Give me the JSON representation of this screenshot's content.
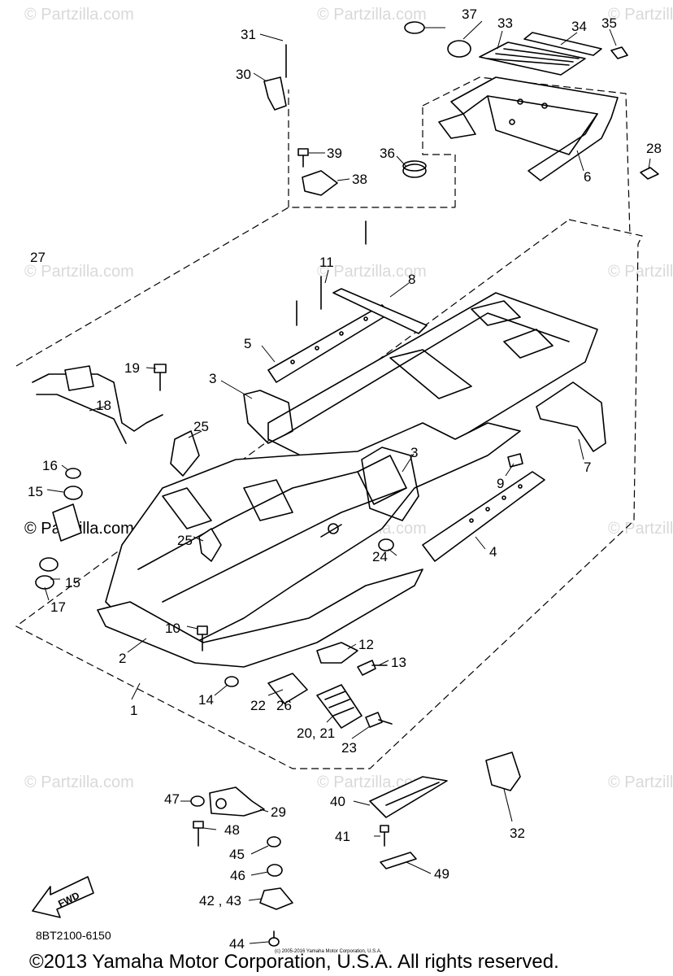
{
  "watermark": "© Partzilla.com",
  "diagram_code": "8BT2100-6150",
  "copyright": "©2013 Yamaha Motor Corporation, U.S.A. All rights reserved.",
  "fine_print": "(c) 2005-2016 Yamaha Motor Corporation, U.S.A.",
  "fwd_label": "FWD",
  "callouts": [
    "1",
    "2",
    "3",
    "3",
    "4",
    "5",
    "6",
    "7",
    "8",
    "9",
    "10",
    "11",
    "12",
    "13",
    "14",
    "15",
    "15",
    "16",
    "17",
    "18",
    "19",
    "20, 21",
    "22",
    "23",
    "24",
    "25",
    "25",
    "26",
    "27",
    "28",
    "29",
    "30",
    "31",
    "32",
    "33",
    "34",
    "35",
    "36",
    "37",
    "38",
    "39",
    "40",
    "41",
    "42 , 43",
    "44",
    "45",
    "46",
    "47",
    "48",
    "49"
  ]
}
